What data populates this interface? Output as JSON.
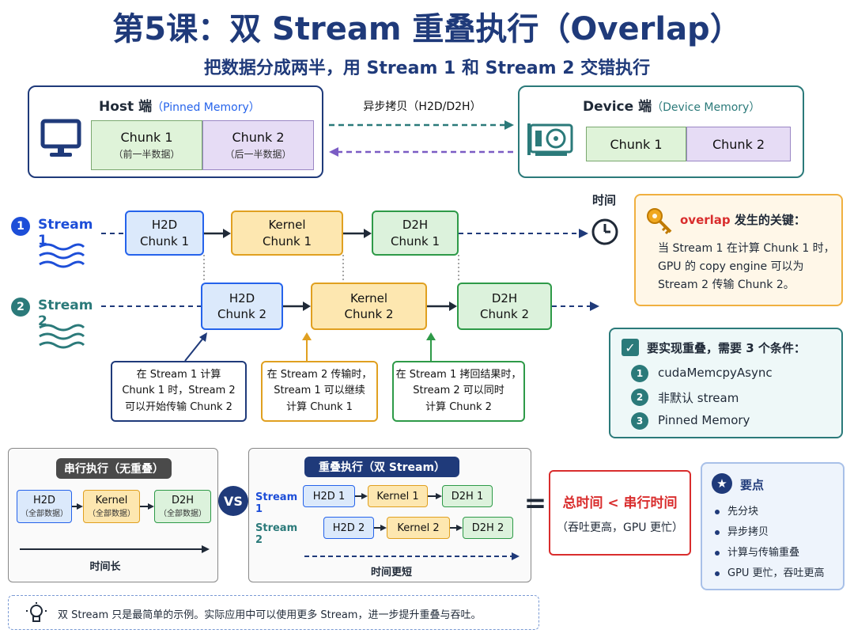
{
  "title": "第5课：双 Stream 重叠执行（Overlap）",
  "subtitle": "把数据分成两半，用 Stream 1 和 Stream 2 交错执行",
  "host": {
    "title": "Host 端",
    "subtitle": "（Pinned Memory）",
    "chunk1": "Chunk 1",
    "chunk1_sub": "（前一半数据）",
    "chunk2": "Chunk 2",
    "chunk2_sub": "（后一半数据）"
  },
  "transfer_label": "异步拷贝（H2D/D2H）",
  "device": {
    "title": "Device 端",
    "subtitle": "（Device Memory）",
    "chunk1": "Chunk 1",
    "chunk2": "Chunk 2"
  },
  "time_label": "时间",
  "stream1": {
    "label": "Stream 1",
    "num": "1",
    "h2d": [
      "H2D",
      "Chunk 1"
    ],
    "kernel": [
      "Kernel",
      "Chunk 1"
    ],
    "d2h": [
      "D2H",
      "Chunk 1"
    ]
  },
  "stream2": {
    "label": "Stream 2",
    "num": "2",
    "h2d": [
      "H2D",
      "Chunk 2"
    ],
    "kernel": [
      "Kernel",
      "Chunk 2"
    ],
    "d2h": [
      "D2H",
      "Chunk 2"
    ]
  },
  "notes": [
    [
      "在 Stream 1 计算",
      "Chunk 1 时，Stream 2",
      "可以开始传输 Chunk 2"
    ],
    [
      "在 Stream 2 传输时，",
      "Stream 1 可以继续",
      "计算 Chunk 1"
    ],
    [
      "在 Stream 1 拷回结果时，",
      "Stream 2 可以同时",
      "计算 Chunk 2"
    ]
  ],
  "overlap_key": {
    "title_prefix": "overlap",
    "title_suffix": "发生的关键：",
    "lines": [
      "当 Stream 1 在计算 Chunk 1 时，",
      "GPU 的 copy engine 可以为",
      "Stream 2 传输 Chunk 2。"
    ]
  },
  "conditions": {
    "title": "要实现重叠，需要 3 个条件：",
    "items": [
      {
        "num": "1",
        "text": "cudaMemcpyAsync"
      },
      {
        "num": "2",
        "text": "非默认 stream"
      },
      {
        "num": "3",
        "text": "Pinned Memory"
      }
    ]
  },
  "serial": {
    "tag": "串行执行（无重叠）",
    "h2d": "H2D",
    "kernel": "Kernel",
    "d2h": "D2H",
    "sub": "（全部数据）",
    "time": "时间长"
  },
  "vs": "VS",
  "overlap": {
    "tag": "重叠执行（双 Stream）",
    "s1": "Stream 1",
    "s2": "Stream 2",
    "s1_boxes": [
      "H2D 1",
      "Kernel 1",
      "D2H 1"
    ],
    "s2_boxes": [
      "H2D 2",
      "Kernel 2",
      "D2H 2"
    ],
    "time": "时间更短"
  },
  "equals": "=",
  "result": {
    "main": "总时间 < 串行时间",
    "sub": "（吞吐更高，GPU 更忙）"
  },
  "keypoints": {
    "title": "要点",
    "items": [
      "先分块",
      "异步拷贝",
      "计算与传输重叠",
      "GPU 更忙，吞吐更高"
    ]
  },
  "footer": "双 Stream 只是最简单的示例。实际应用中可以使用更多 Stream，进一步提升重叠与吞吐。",
  "colors": {
    "navy": "#1f3a7a",
    "teal": "#2b7a7a",
    "h2d": "#2563eb",
    "kernel": "#e0a020",
    "d2h": "#2e9a48",
    "red": "#d92d2d",
    "orange": "#f0b040"
  }
}
